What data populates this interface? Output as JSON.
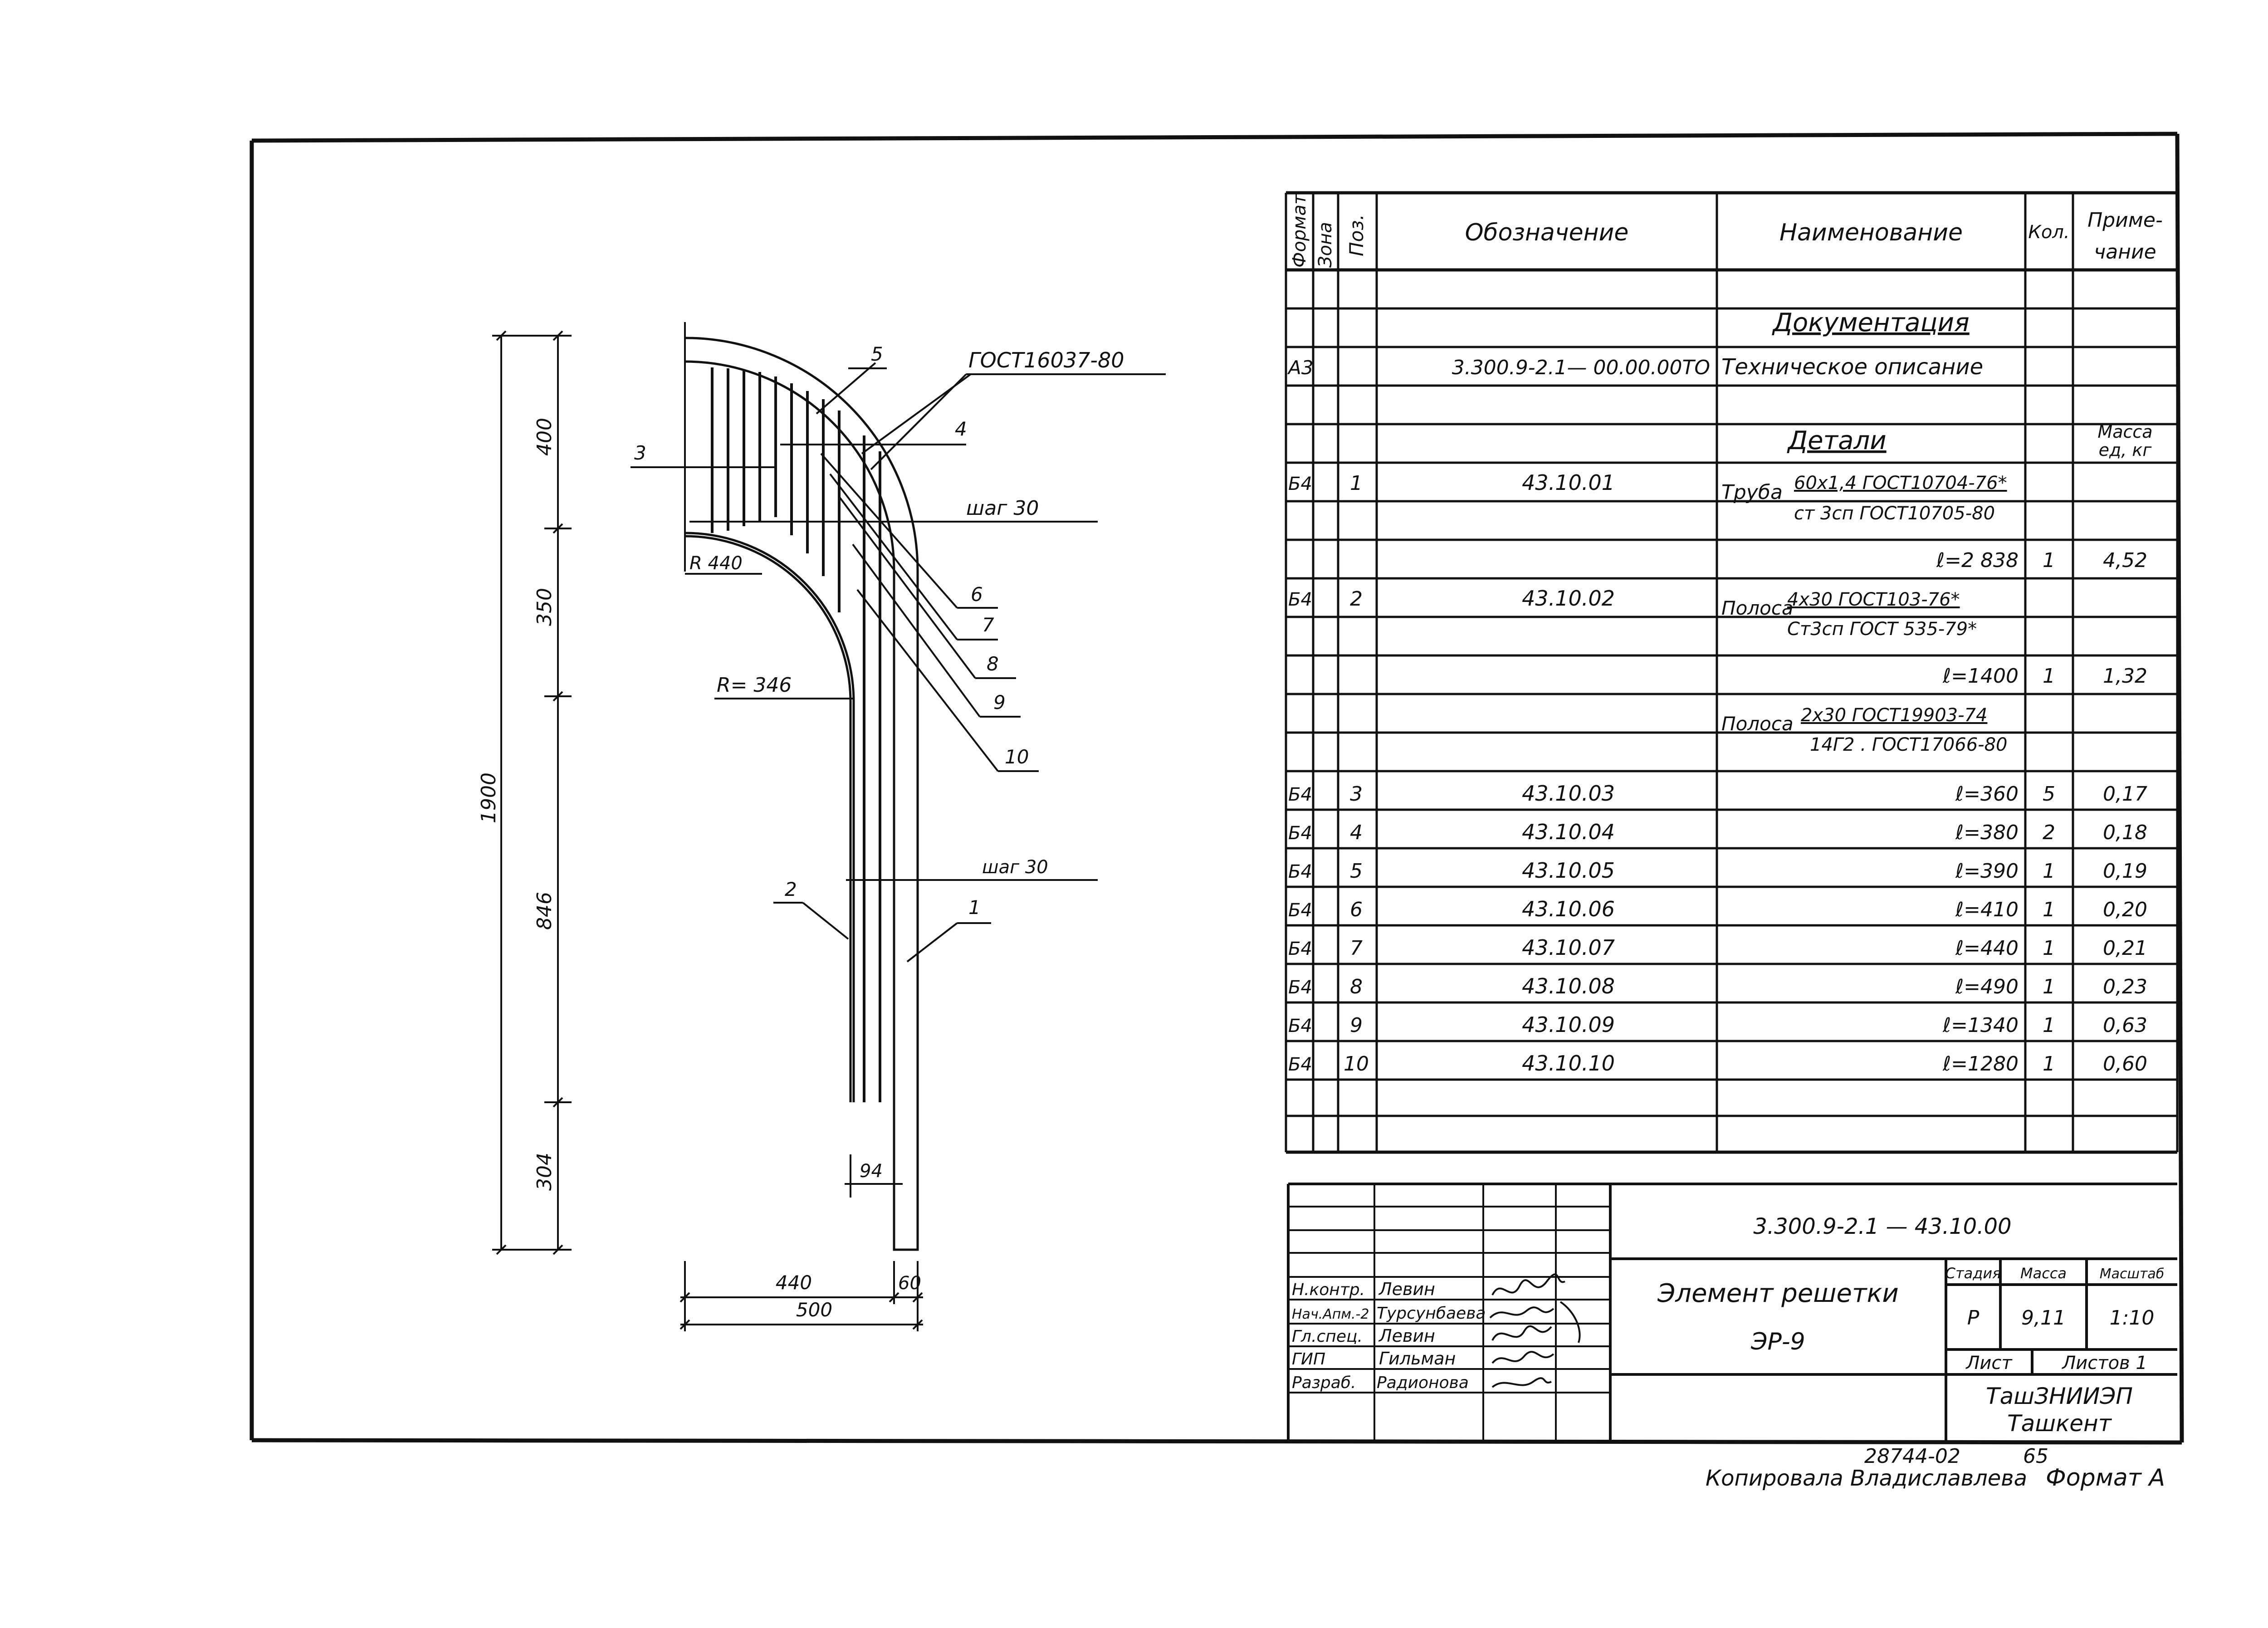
{
  "spec_headers": {
    "format": "Формат",
    "zone": "Зона",
    "pos": "Поз.",
    "designation": "Обозначение",
    "name": "Наименование",
    "qty": "Кол.",
    "note_1": "Приме-",
    "note_2": "чание"
  },
  "section_docs": "Документация",
  "doc_row": {
    "format": "А3",
    "designation": "3.300.9-2.1— 00.00.00ТО",
    "name": "Техническое описание"
  },
  "section_details": "Детали",
  "mass_label_1": "Масса",
  "mass_label_2": "ед, кг",
  "detail_1": {
    "format": "Б4",
    "pos": "1",
    "designation": "43.10.01",
    "name_prefix": "Труба",
    "name_line1": "60х1,4 ГОСТ10704-76*",
    "name_line2": "ст 3сп ГОСТ10705-80",
    "length": "ℓ=2 838",
    "qty": "1",
    "mass": "4,52"
  },
  "detail_2": {
    "format": "Б4",
    "pos": "2",
    "designation": "43.10.02",
    "name_prefix": "Полоса",
    "name_line1": "4х30 ГОСТ103-76*",
    "name_line2": "Ст3сп ГОСТ 535-79*",
    "length": "ℓ=1400",
    "qty": "1",
    "mass": "1,32"
  },
  "strip_2": {
    "name_prefix": "Полоса",
    "name_line1": "2х30 ГОСТ19903-74",
    "name_line2": "14Г2 . ГОСТ17066-80"
  },
  "detail_rows": [
    {
      "format": "Б4",
      "pos": "3",
      "designation": "43.10.03",
      "length": "ℓ=360",
      "qty": "5",
      "mass": "0,17"
    },
    {
      "format": "Б4",
      "pos": "4",
      "designation": "43.10.04",
      "length": "ℓ=380",
      "qty": "2",
      "mass": "0,18"
    },
    {
      "format": "Б4",
      "pos": "5",
      "designation": "43.10.05",
      "length": "ℓ=390",
      "qty": "1",
      "mass": "0,19"
    },
    {
      "format": "Б4",
      "pos": "6",
      "designation": "43.10.06",
      "length": "ℓ=410",
      "qty": "1",
      "mass": "0,20"
    },
    {
      "format": "Б4",
      "pos": "7",
      "designation": "43.10.07",
      "length": "ℓ=440",
      "qty": "1",
      "mass": "0,21"
    },
    {
      "format": "Б4",
      "pos": "8",
      "designation": "43.10.08",
      "length": "ℓ=490",
      "qty": "1",
      "mass": "0,23"
    },
    {
      "format": "Б4",
      "pos": "9",
      "designation": "43.10.09",
      "length": "ℓ=1340",
      "qty": "1",
      "mass": "0,63"
    },
    {
      "format": "Б4",
      "pos": "10",
      "designation": "43.10.10",
      "length": "ℓ=1280",
      "qty": "1",
      "mass": "0,60"
    }
  ],
  "title_block": {
    "doc_number": "3.300.9-2.1 — 43.10.00",
    "title_1": "Элемент решетки",
    "title_2": "ЭР-9",
    "stage_label": "Стадия",
    "mass_label": "Масса",
    "scale_label": "Масштаб",
    "stage": "Р",
    "mass": "9,11",
    "scale": "1:10",
    "sheet_label": "Лист",
    "sheets_label": "Листов 1",
    "org_1": "ТашЗНИИЭП",
    "org_2": "Ташкент",
    "roles": [
      {
        "role": "Н.контр.",
        "name": "Левин"
      },
      {
        "role": "Нач.Апм.-2",
        "name": "Турсунбаева"
      },
      {
        "role": "Гл.спец.",
        "name": "Левин"
      },
      {
        "role": "ГИП",
        "name": "Гильман"
      },
      {
        "role": "Разраб.",
        "name": "Радионова"
      }
    ]
  },
  "footer": {
    "archive": "28744-02",
    "sheet_no": "65",
    "copied_by": "Копировала Владиславлева",
    "format": "Формат А"
  },
  "drawing": {
    "gost_label": "ГОСТ16037-80",
    "step_top": "шаг 30",
    "step_bottom": "шаг 30",
    "r_outer": "R 440",
    "r_inner": "R= 346",
    "dim_400": "400",
    "dim_350": "350",
    "dim_846": "846",
    "dim_304": "304",
    "dim_1900": "1900",
    "dim_94": "94",
    "dim_440": "440",
    "dim_60": "60",
    "dim_500": "500",
    "callouts": [
      "1",
      "2",
      "3",
      "4",
      "5",
      "6",
      "7",
      "8",
      "9",
      "10"
    ]
  }
}
